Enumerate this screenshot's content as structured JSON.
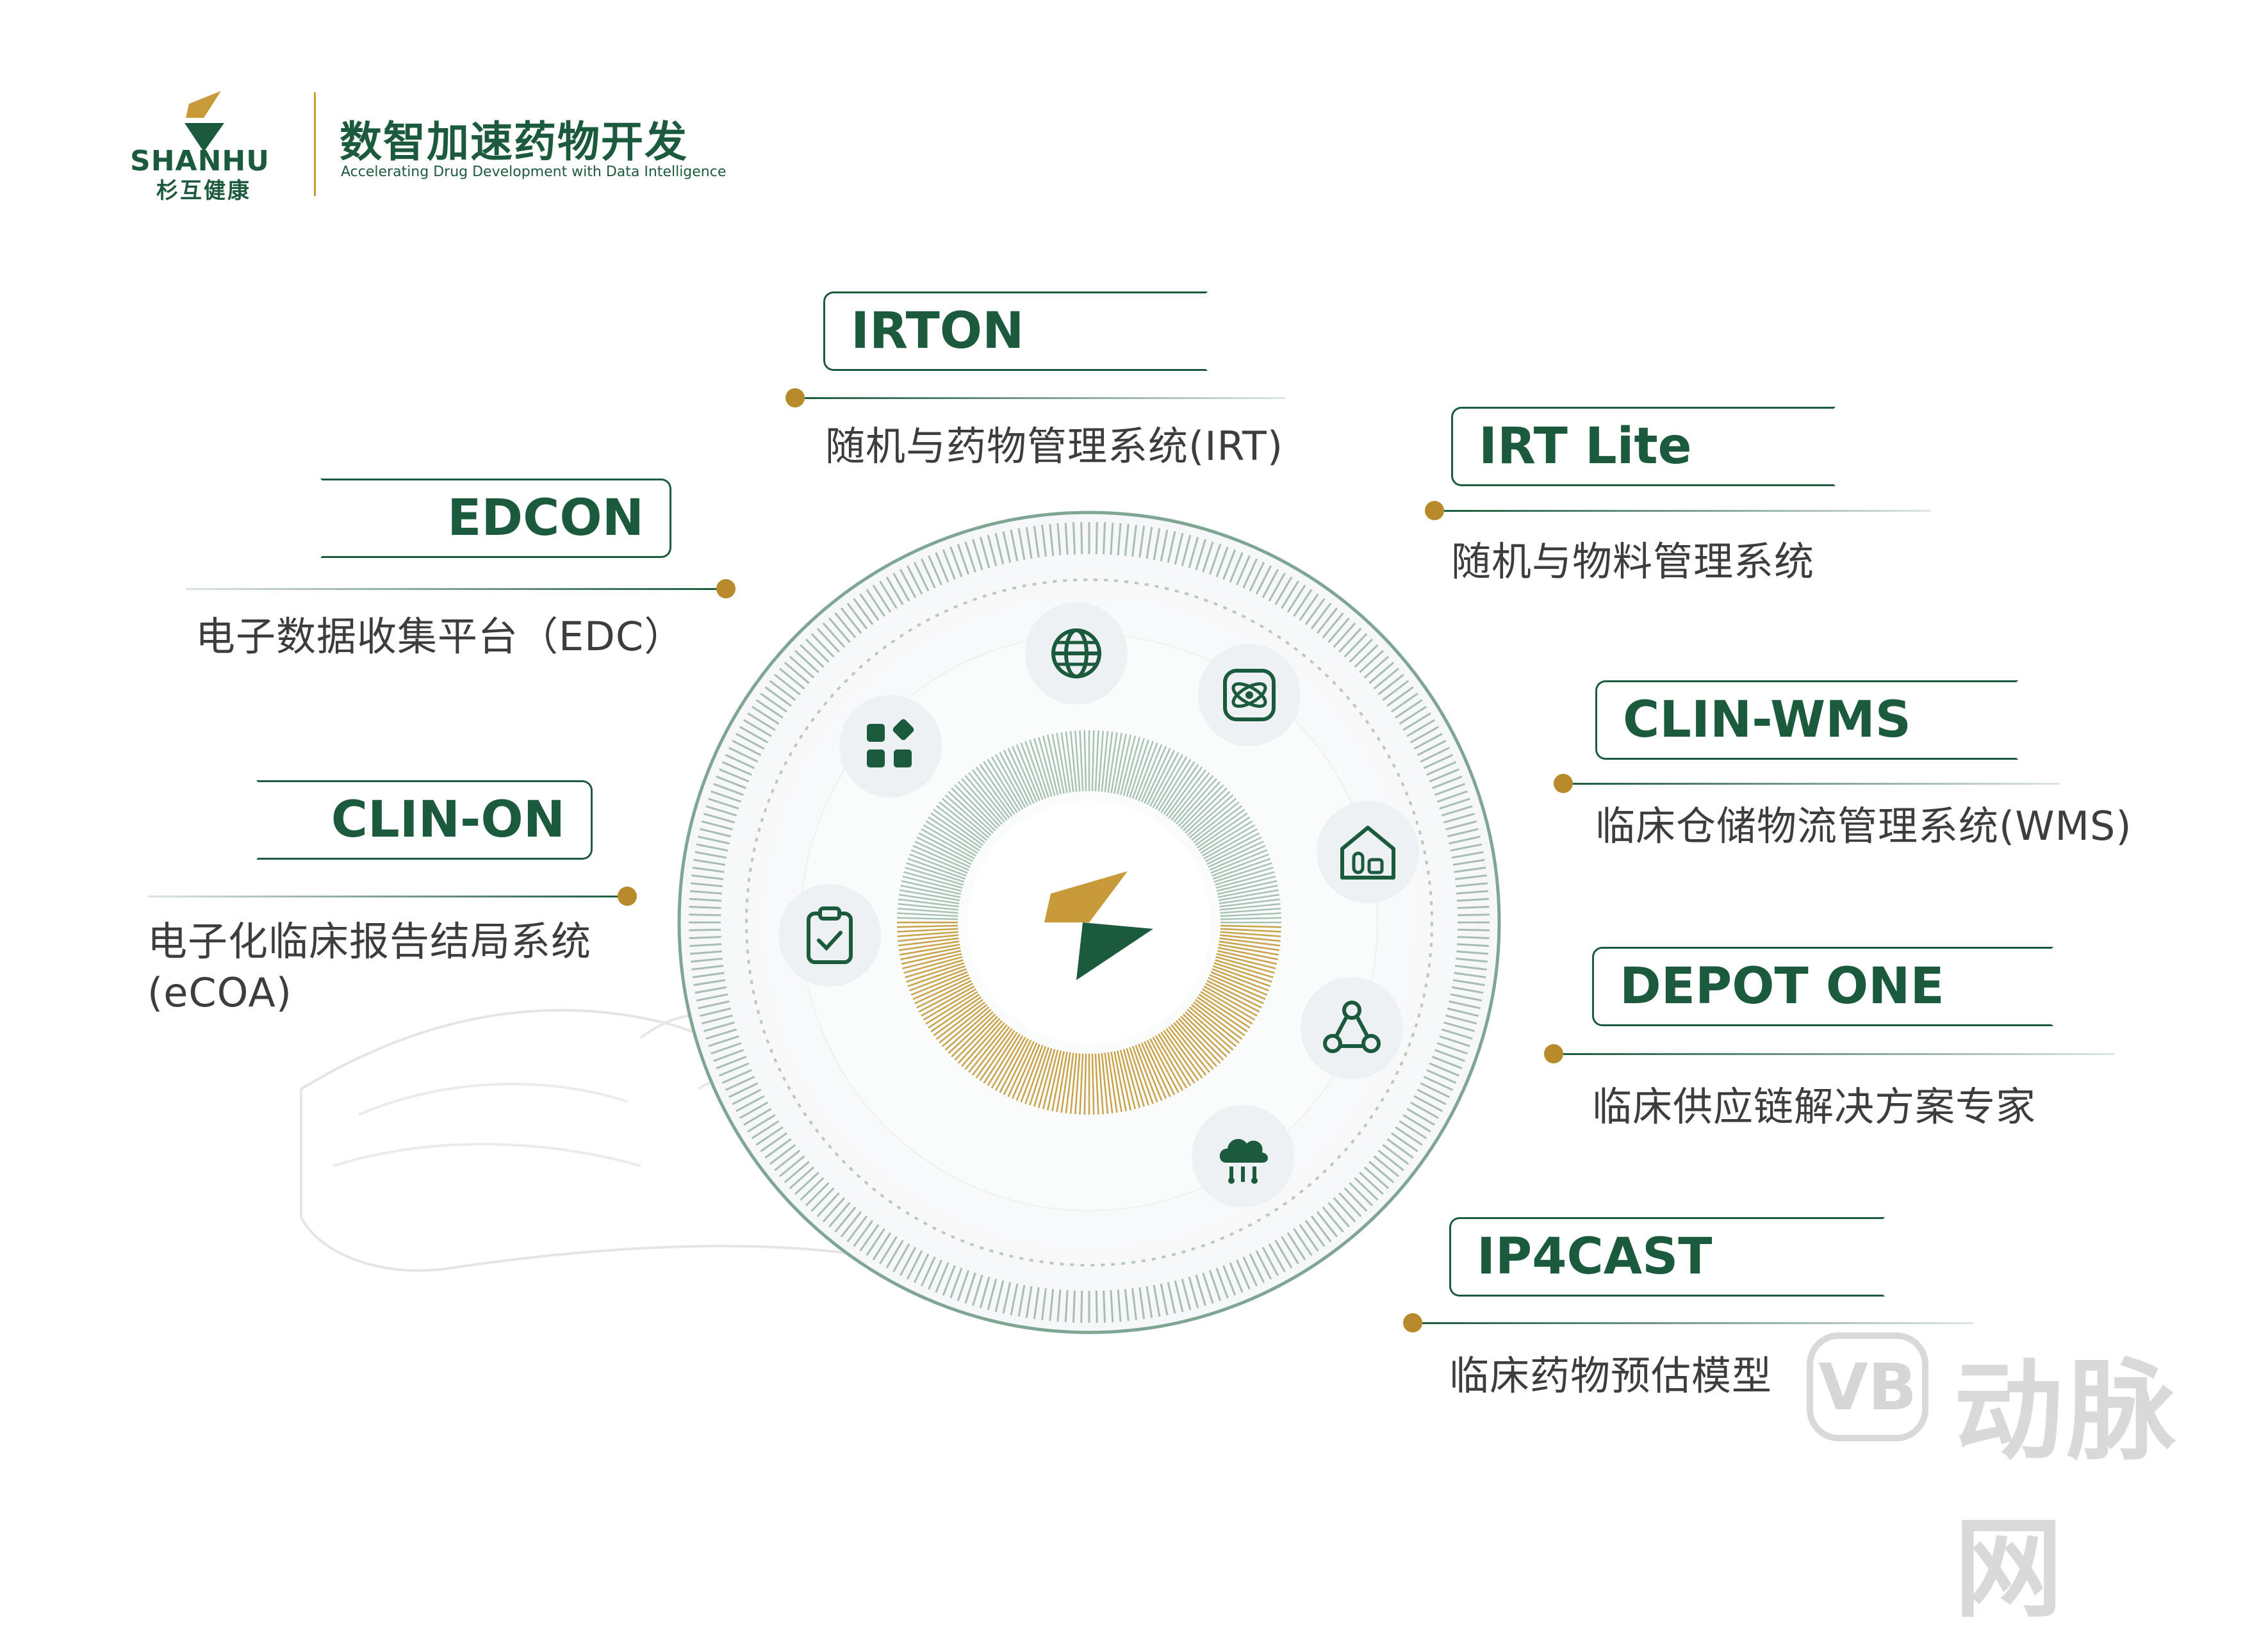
{
  "header": {
    "brand_word": "SHANHU",
    "brand_cn": "杉互健康",
    "title": "数智加速药物开发",
    "subtitle": "Accelerating Drug Development with Data Intelligence"
  },
  "products": [
    {
      "key": "irton",
      "name": "IRTON",
      "desc": "随机与药物管理系统(IRT)"
    },
    {
      "key": "irt-lite",
      "name": "IRT Lite",
      "desc": "随机与物料管理系统"
    },
    {
      "key": "edcon",
      "name": "EDCON",
      "desc": "电子数据收集平台（EDC）"
    },
    {
      "key": "clin-wms",
      "name": "CLIN-WMS",
      "desc": "临床仓储物流管理系统(WMS)"
    },
    {
      "key": "clin-on",
      "name": "CLIN-ON",
      "desc_line1": "电子化临床报告结局系统",
      "desc_line2": "(eCOA)"
    },
    {
      "key": "depot-one",
      "name": "DEPOT ONE",
      "desc": "临床供应链解决方案专家"
    },
    {
      "key": "ip4cast",
      "name": "IP4CAST",
      "desc": "临床药物预估模型"
    }
  ],
  "hub_icons": [
    "globe-icon",
    "atom-icon",
    "warehouse-icon",
    "network-icon",
    "cloud-icon",
    "clipboard-check-icon",
    "apps-icon"
  ],
  "watermark": {
    "badge": "VB",
    "text": "动脉网"
  },
  "colors": {
    "brand_green": "#1c5a3d",
    "accent_gold": "#b98a2c",
    "text_gray": "#3d3d3d"
  }
}
